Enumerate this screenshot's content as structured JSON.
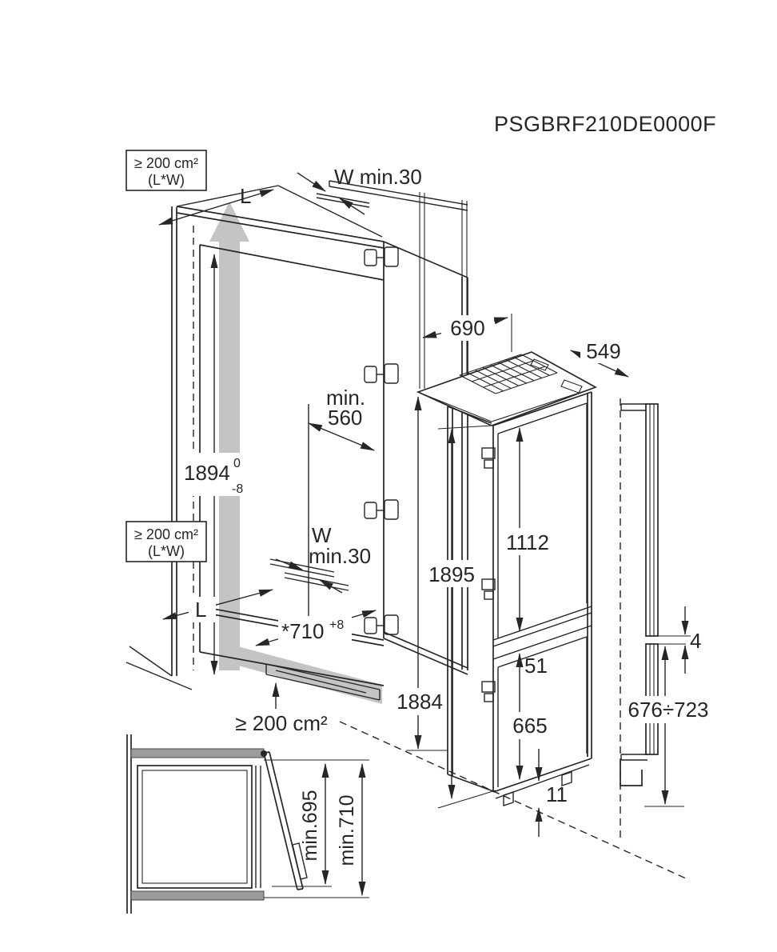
{
  "title": "PSGBRF210DE0000F",
  "cabinet_view": {
    "top_vent_box": {
      "area": "≥ 200 cm²",
      "formula": "(L*W)"
    },
    "side_vent_box": {
      "area": "≥ 200 cm²",
      "formula": "(L*W)"
    },
    "bottom_vent_area": "≥ 200 cm²",
    "slot_length_top": "L",
    "slot_length_bottom": "L",
    "slot_width_top": "W min.30",
    "slot_width_bottom_l1": "W",
    "slot_width_bottom_l2": "min.30",
    "niche_height": {
      "value": "1894",
      "tol_upper": "0",
      "tol_lower": "-8"
    },
    "niche_depth": {
      "l1": "min.",
      "l2": "560"
    },
    "bottom_clearance": {
      "value": "*710",
      "tol": "+8"
    }
  },
  "appliance_view": {
    "depth_with_door": "690",
    "depth_body": "549",
    "height_door": "1895",
    "height_body": "1884",
    "upper_door": "1112",
    "door_gap": "51",
    "lower_door": "665",
    "floor_gap": "11"
  },
  "panels_view": {
    "panel_gap": "4",
    "lower_panel_height": "676÷723"
  },
  "top_view": {
    "clearance_inner": "min.695",
    "clearance_outer": "min.710"
  }
}
